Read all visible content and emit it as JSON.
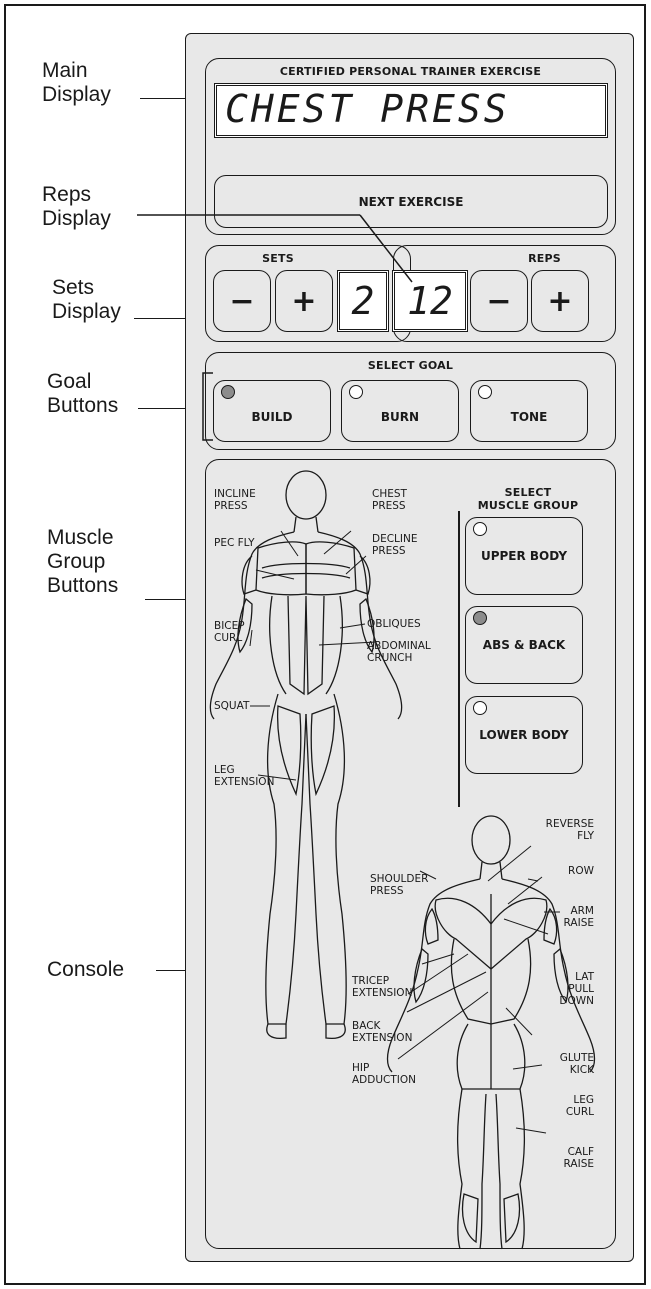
{
  "callouts": {
    "main_display": "Main\nDisplay",
    "reps_display": "Reps\nDisplay",
    "sets_display": "Sets\nDisplay",
    "goal_buttons": "Goal\nButtons",
    "muscle_group_buttons": "Muscle\nGroup\nButtons",
    "console": "Console"
  },
  "main_panel": {
    "title": "CERTIFIED PERSONAL TRAINER EXERCISE",
    "display_text": "CHEST PRESS",
    "next_button": "NEXT EXERCISE"
  },
  "sets": {
    "title": "SETS",
    "minus": "−",
    "plus": "+",
    "value": "2"
  },
  "reps": {
    "title": "REPS",
    "minus": "−",
    "plus": "+",
    "value": "12"
  },
  "goal": {
    "title": "SELECT GOAL",
    "buttons": [
      {
        "label": "BUILD",
        "led_on": true
      },
      {
        "label": "BURN",
        "led_on": false
      },
      {
        "label": "TONE",
        "led_on": false
      }
    ]
  },
  "muscle_group": {
    "title": "SELECT\nMUSCLE GROUP",
    "buttons": [
      {
        "label": "UPPER BODY",
        "led_on": false
      },
      {
        "label": "ABS & BACK",
        "led_on": true
      },
      {
        "label": "LOWER BODY",
        "led_on": false
      }
    ]
  },
  "front_labels": {
    "incline_press": "INCLINE\nPRESS",
    "chest_press": "CHEST\nPRESS",
    "pec_fly": "PEC FLY",
    "decline_press": "DECLINE\nPRESS",
    "bicep_curl": "BICEP\nCURL",
    "obliques": "OBLIQUES",
    "abdominal_crunch": "ABDOMINAL\nCRUNCH",
    "squat": "SQUAT",
    "leg_extension": "LEG\nEXTENSION"
  },
  "back_labels": {
    "reverse_fly": "REVERSE\nFLY",
    "row": "ROW",
    "shoulder_press": "SHOULDER\nPRESS",
    "arm_raise": "ARM\nRAISE",
    "lat_pull_down": "LAT\nPULL\nDOWN",
    "tricep_extension": "TRICEP\nEXTENSION",
    "back_extension": "BACK\nEXTENSION",
    "glute_kick": "GLUTE\nKICK",
    "hip_adduction": "HIP\nADDUCTION",
    "leg_curl": "LEG\nCURL",
    "calf_raise": "CALF\nRAISE"
  },
  "colors": {
    "panel": "#e8e8e8",
    "ink": "#1a1a1a",
    "led_on": "#8c8c8c",
    "led_off": "#ffffff"
  }
}
